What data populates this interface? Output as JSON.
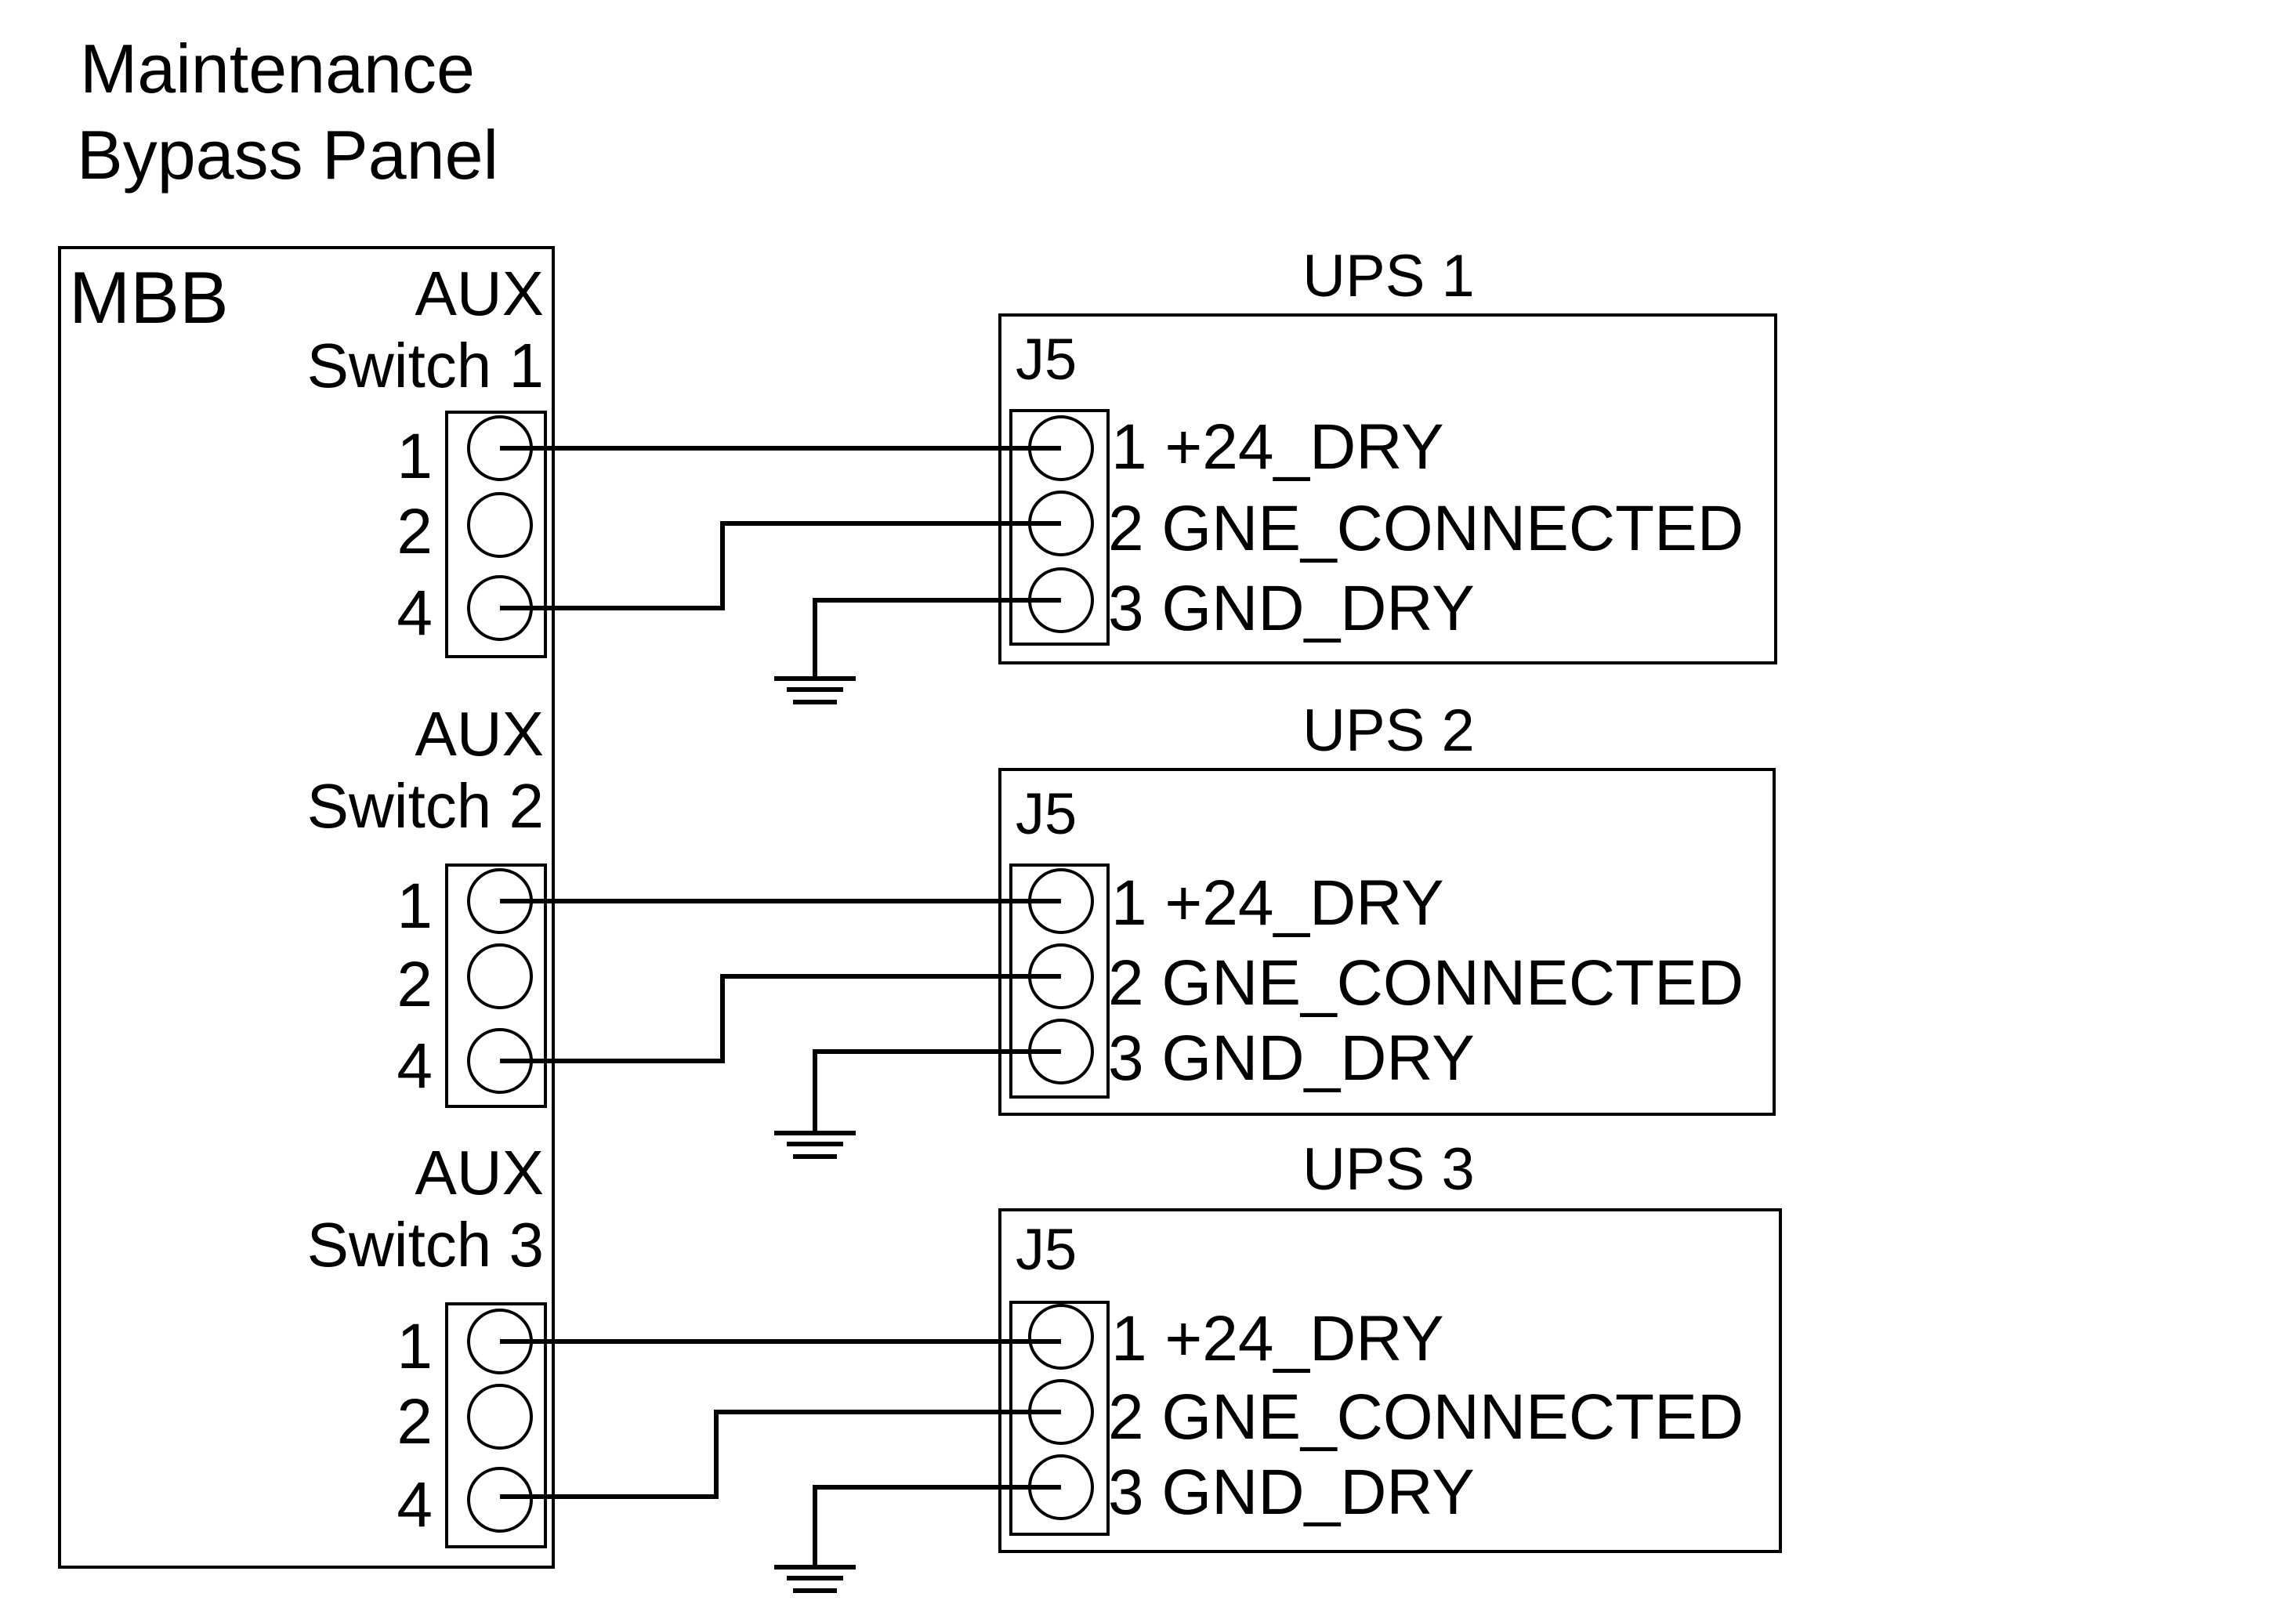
{
  "title": {
    "line1": "Maintenance",
    "line2": "Bypass Panel"
  },
  "mbb": {
    "label": "MBB"
  },
  "aux_switches": [
    {
      "line1": "AUX",
      "line2": "Switch 1",
      "pins": [
        "1",
        "2",
        "4"
      ]
    },
    {
      "line1": "AUX",
      "line2": "Switch 2",
      "pins": [
        "1",
        "2",
        "4"
      ]
    },
    {
      "line1": "AUX",
      "line2": "Switch 3",
      "pins": [
        "1",
        "2",
        "4"
      ]
    }
  ],
  "ups_units": [
    {
      "label": "UPS 1",
      "connector": "J5",
      "signals": [
        "1 +24_DRY",
        "2 GNE_CONNECTED",
        "3 GND_DRY"
      ]
    },
    {
      "label": "UPS 2",
      "connector": "J5",
      "signals": [
        "1 +24_DRY",
        "2 GNE_CONNECTED",
        "3 GND_DRY"
      ]
    },
    {
      "label": "UPS 3",
      "connector": "J5",
      "signals": [
        "1 +24_DRY",
        "2 GNE_CONNECTED",
        "3 GND_DRY"
      ]
    }
  ],
  "wiring": [
    {
      "from": "AUX pin 1",
      "to": "J5 pin 1"
    },
    {
      "from": "AUX pin 4",
      "to": "J5 pin 2"
    },
    {
      "from": "J5 pin 3",
      "to": "ground"
    }
  ],
  "colors": {
    "line": "#000000",
    "background": "#ffffff"
  }
}
